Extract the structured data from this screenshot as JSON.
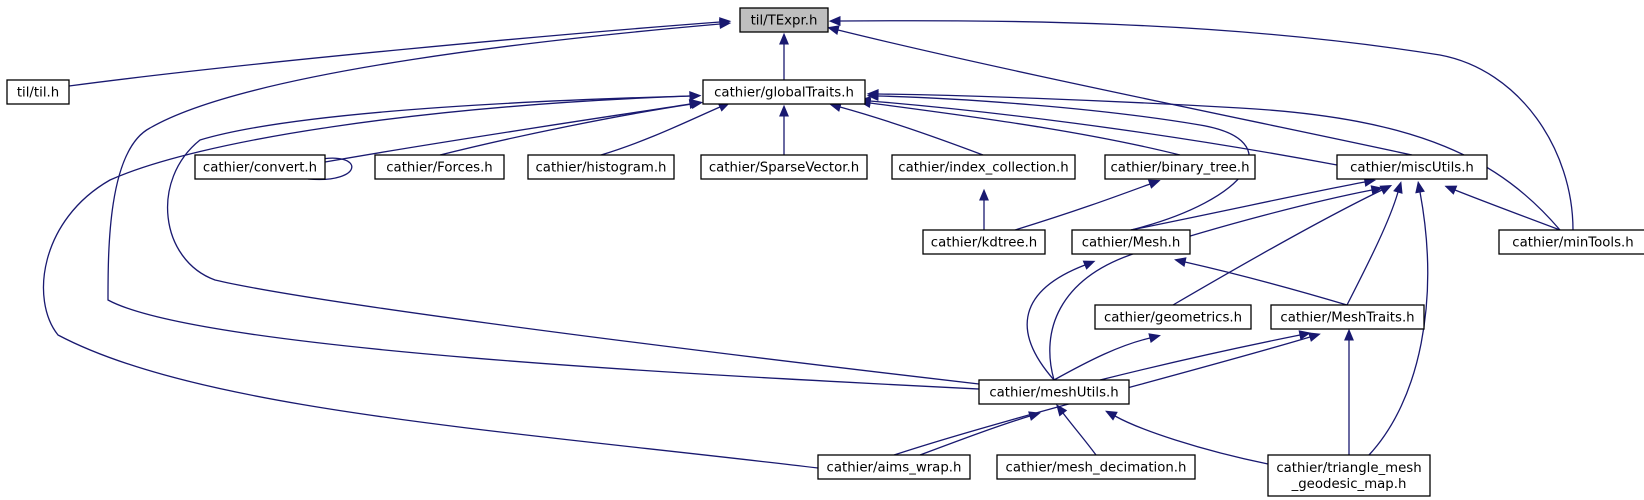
{
  "graph": {
    "nodes": {
      "texpr": {
        "lines": [
          "til/TExpr.h"
        ],
        "highlighted": true
      },
      "til": {
        "lines": [
          "til/til.h"
        ]
      },
      "globaltraits": {
        "lines": [
          "cathier/globalTraits.h"
        ]
      },
      "convert": {
        "lines": [
          "cathier/convert.h"
        ]
      },
      "forces": {
        "lines": [
          "cathier/Forces.h"
        ]
      },
      "histogram": {
        "lines": [
          "cathier/histogram.h"
        ]
      },
      "sparsevector": {
        "lines": [
          "cathier/SparseVector.h"
        ]
      },
      "indexcollection": {
        "lines": [
          "cathier/index_collection.h"
        ]
      },
      "binarytree": {
        "lines": [
          "cathier/binary_tree.h"
        ]
      },
      "miscutils": {
        "lines": [
          "cathier/miscUtils.h"
        ]
      },
      "kdtree": {
        "lines": [
          "cathier/kdtree.h"
        ]
      },
      "mesh": {
        "lines": [
          "cathier/Mesh.h"
        ]
      },
      "mintools": {
        "lines": [
          "cathier/minTools.h"
        ]
      },
      "geometrics": {
        "lines": [
          "cathier/geometrics.h"
        ]
      },
      "meshtraits": {
        "lines": [
          "cathier/MeshTraits.h"
        ]
      },
      "meshutils": {
        "lines": [
          "cathier/meshUtils.h"
        ]
      },
      "aimswrap": {
        "lines": [
          "cathier/aims_wrap.h"
        ]
      },
      "meshdecimation": {
        "lines": [
          "cathier/mesh_decimation.h"
        ]
      },
      "trianglemesh": {
        "lines": [
          "cathier/triangle_mesh",
          "_geodesic_map.h"
        ]
      }
    },
    "edges": [
      {
        "from": "til",
        "to": "texpr"
      },
      {
        "from": "globaltraits",
        "to": "texpr"
      },
      {
        "from": "meshutils",
        "to": "texpr"
      },
      {
        "from": "miscutils",
        "to": "texpr"
      },
      {
        "from": "mintools",
        "to": "texpr"
      },
      {
        "from": "convert",
        "to": "globaltraits"
      },
      {
        "from": "forces",
        "to": "globaltraits"
      },
      {
        "from": "histogram",
        "to": "globaltraits"
      },
      {
        "from": "sparsevector",
        "to": "globaltraits"
      },
      {
        "from": "indexcollection",
        "to": "globaltraits"
      },
      {
        "from": "binarytree",
        "to": "globaltraits"
      },
      {
        "from": "miscutils",
        "to": "globaltraits"
      },
      {
        "from": "mesh",
        "to": "globaltraits"
      },
      {
        "from": "mintools",
        "to": "globaltraits"
      },
      {
        "from": "meshutils",
        "to": "globaltraits"
      },
      {
        "from": "aimswrap",
        "to": "globaltraits"
      },
      {
        "from": "convert",
        "to": "convert"
      },
      {
        "from": "kdtree",
        "to": "indexcollection"
      },
      {
        "from": "kdtree",
        "to": "binarytree"
      },
      {
        "from": "mesh",
        "to": "miscutils"
      },
      {
        "from": "mintools",
        "to": "miscutils"
      },
      {
        "from": "geometrics",
        "to": "miscutils"
      },
      {
        "from": "meshtraits",
        "to": "miscutils"
      },
      {
        "from": "meshutils",
        "to": "miscutils"
      },
      {
        "from": "trianglemesh",
        "to": "miscutils"
      },
      {
        "from": "meshtraits",
        "to": "mesh"
      },
      {
        "from": "meshutils",
        "to": "mesh"
      },
      {
        "from": "meshutils",
        "to": "geometrics"
      },
      {
        "from": "meshutils",
        "to": "meshtraits"
      },
      {
        "from": "aimswrap",
        "to": "meshtraits"
      },
      {
        "from": "trianglemesh",
        "to": "meshtraits"
      },
      {
        "from": "aimswrap",
        "to": "meshutils"
      },
      {
        "from": "meshdecimation",
        "to": "meshutils"
      },
      {
        "from": "trianglemesh",
        "to": "meshutils"
      }
    ]
  },
  "colors": {
    "edge": "#191970",
    "node_fill": "#ffffff",
    "highlight_fill": "#bfbfbf",
    "node_border": "#000000"
  }
}
